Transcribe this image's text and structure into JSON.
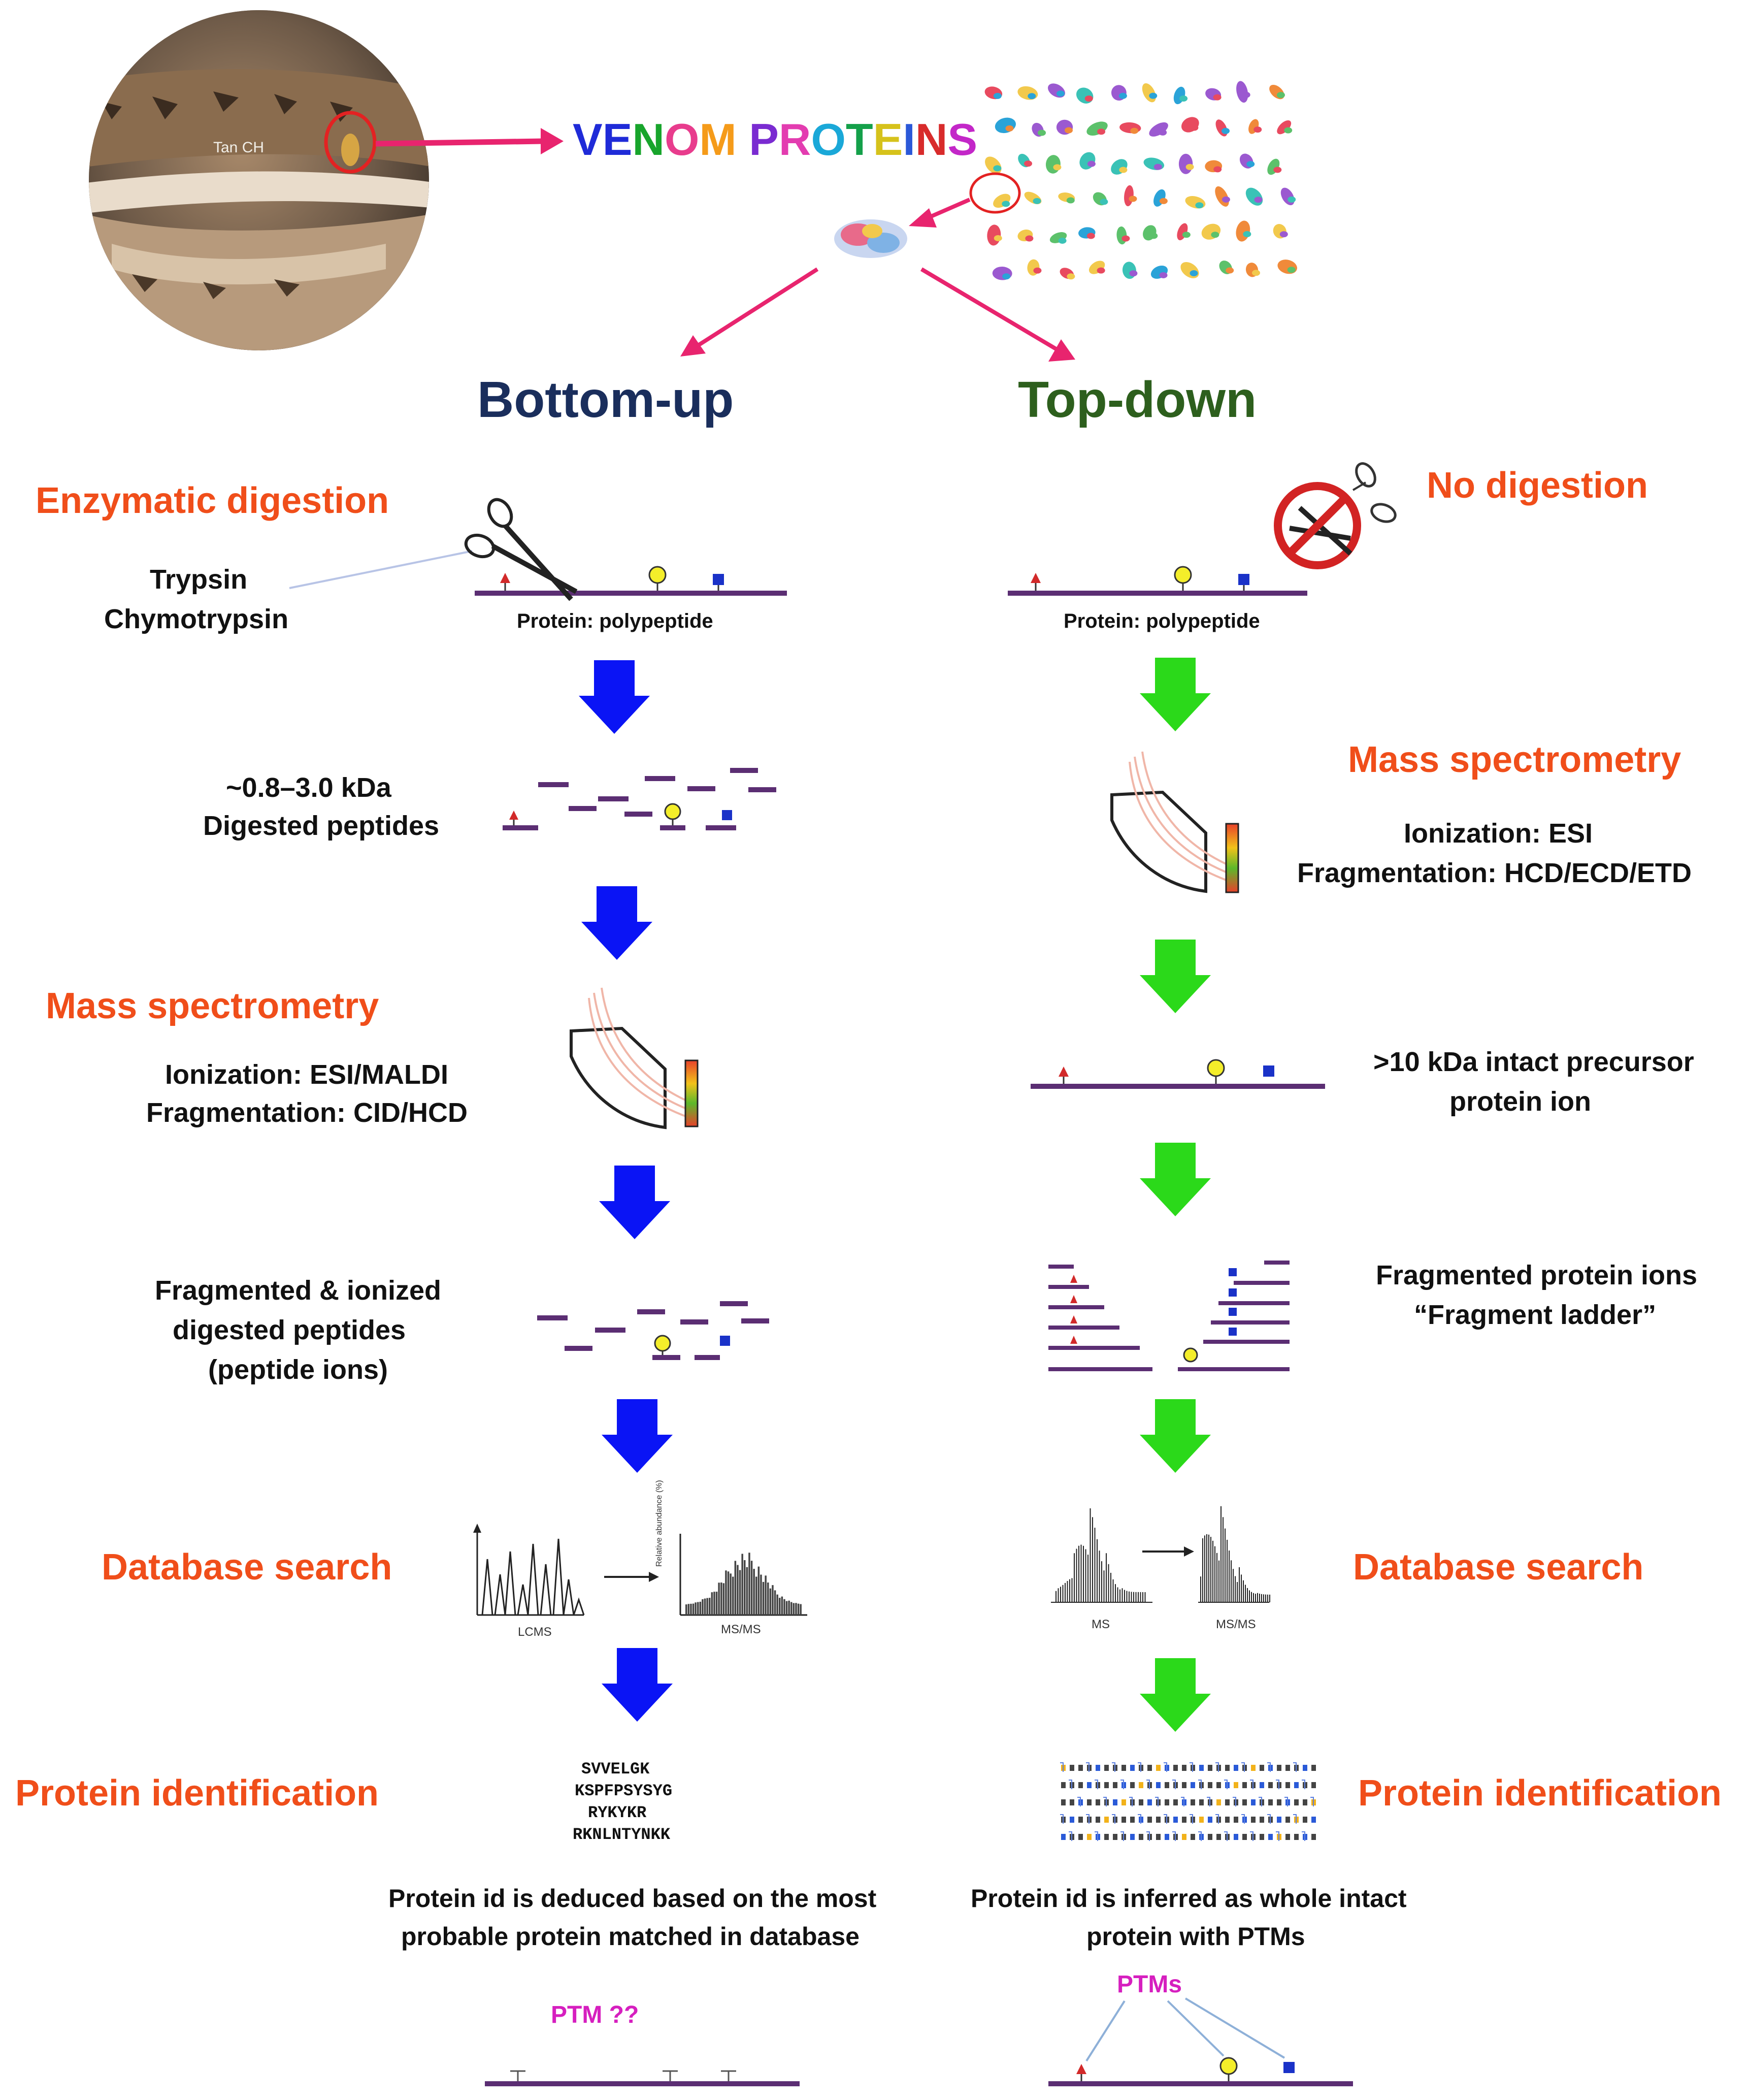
{
  "header": {
    "photo_credit": "Tan CH",
    "venom_title": "VENOM PROTEINS",
    "venom_letter_colors": [
      "#1f2bd8",
      "#1f2bd8",
      "#18a52c",
      "#e83c8d",
      "#f59b1a",
      "#ffffff",
      "#7a2bd1",
      "#e33cb0",
      "#1aa8d8",
      "#14a04a",
      "#d6c21b",
      "#2b58d8",
      "#d82b2b",
      "#c327c8"
    ]
  },
  "columns": {
    "bottom_up": {
      "title": "Bottom-up",
      "color": "#1a2e5c"
    },
    "top_down": {
      "title": "Top-down",
      "color": "#2d5f1d"
    }
  },
  "bottom_up": {
    "step1_heading": "Enzymatic digestion",
    "enzymes": [
      "Trypsin",
      "Chymotrypsin"
    ],
    "protein_caption": "Protein: polypeptide",
    "peptides_size": "~0.8–3.0 kDa",
    "peptides_label": "Digested peptides",
    "ms_heading": "Mass spectrometry",
    "ionization": "Ionization: ESI/MALDI",
    "fragmentation": "Fragmentation: CID/HCD",
    "frag_lines": [
      "Fragmented & ionized",
      "digested peptides",
      "(peptide ions)"
    ],
    "db_heading": "Database search",
    "lcms_label": "LCMS",
    "msms_label": "MS/MS",
    "msms_axis": "Relative abundance (%)",
    "protein_id_heading": "Protein identification",
    "sequences": [
      "SVVELGK",
      "KSPFPSYSYG",
      "RYKYKR",
      "RKNLNTYNKK"
    ],
    "conclusion": [
      "Protein id is deduced based on the most",
      "probable protein matched in database"
    ],
    "ptm_label": "PTM ??",
    "arrow_color": "#0a14f5"
  },
  "top_down": {
    "step1_heading": "No digestion",
    "protein_caption": "Protein: polypeptide",
    "ms_heading": "Mass spectrometry",
    "ionization": "Ionization: ESI",
    "fragmentation": "Fragmentation: HCD/ECD/ETD",
    "precursor_lines": [
      ">10 kDa intact precursor",
      "protein ion"
    ],
    "frag_lines": [
      "Fragmented protein ions",
      "“Fragment ladder”"
    ],
    "db_heading": "Database search",
    "ms_label": "MS",
    "msms_label": "MS/MS",
    "protein_id_heading": "Protein identification",
    "conclusion": [
      "Protein id is inferred as whole intact",
      "protein with PTMs"
    ],
    "ptm_label": "PTMs",
    "arrow_color": "#2bd91a"
  }
}
